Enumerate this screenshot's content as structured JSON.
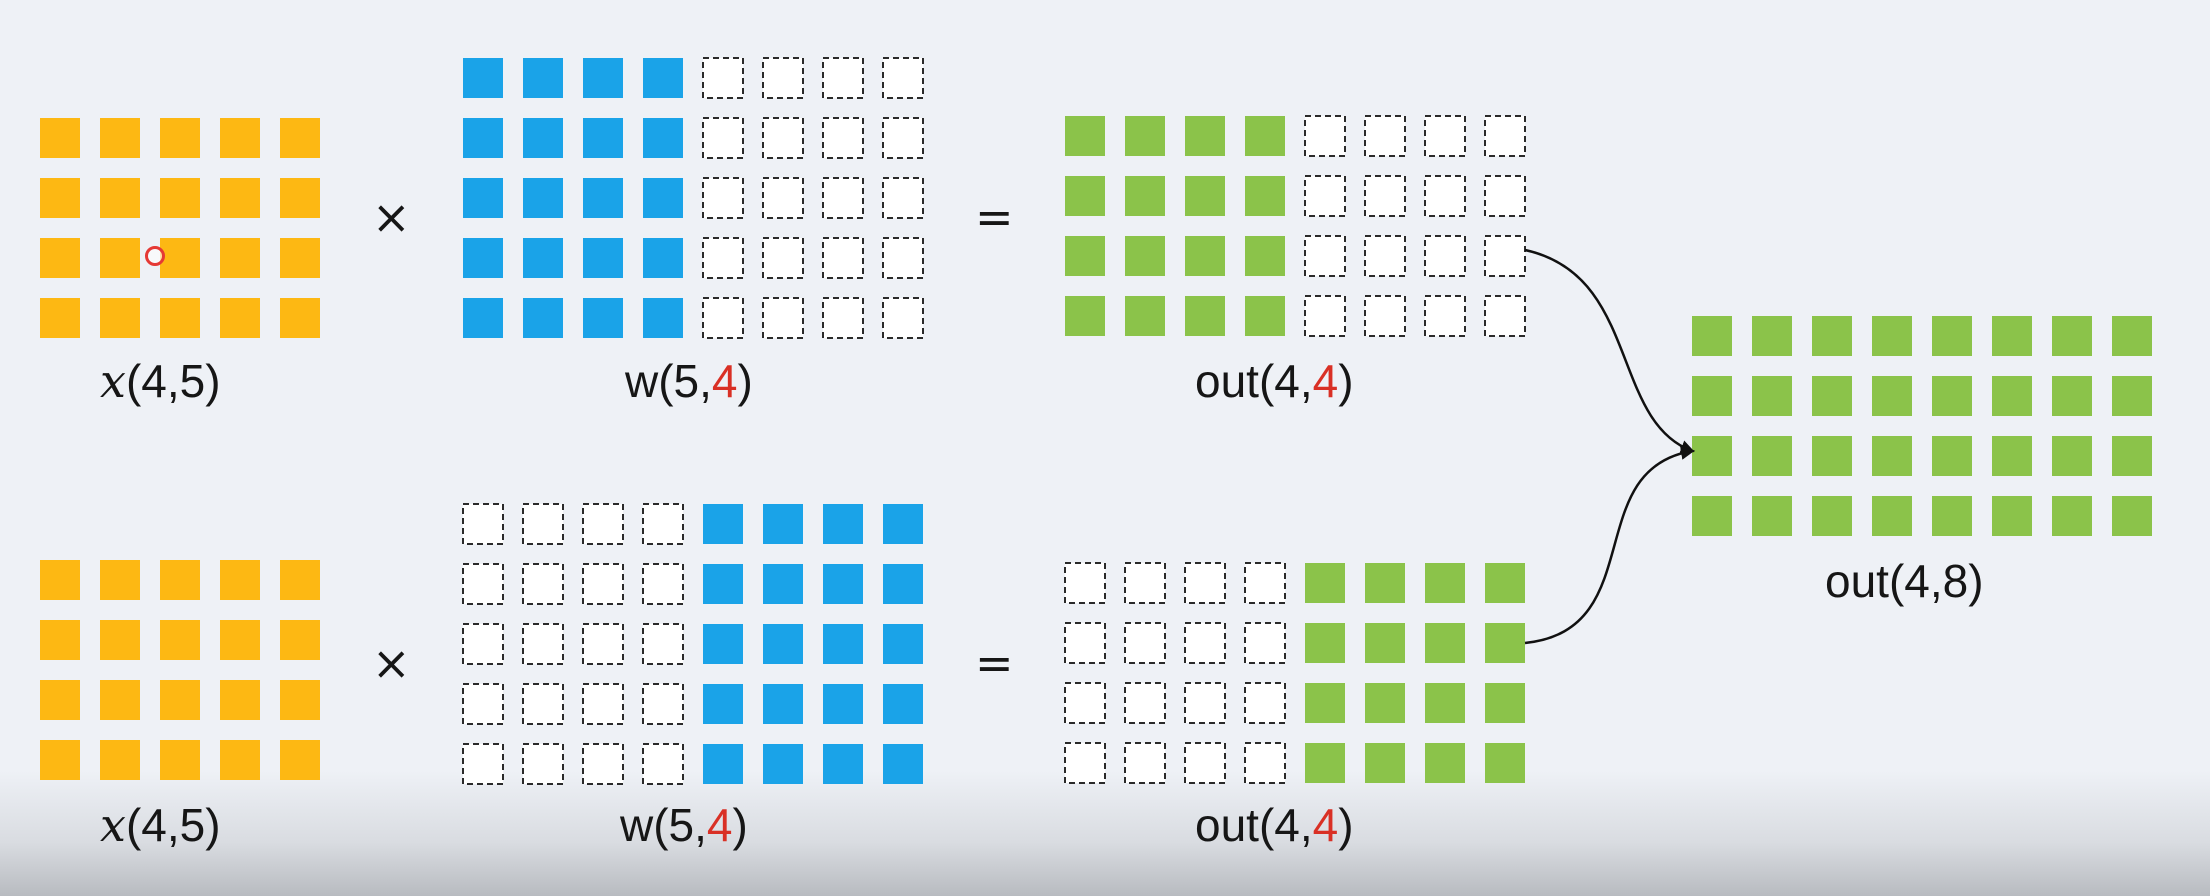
{
  "colors": {
    "input": "#fdb813",
    "weight": "#1aa3e8",
    "output": "#8bc34a",
    "highlight": "#d93025",
    "arrow": "#111111"
  },
  "operators": {
    "multiply": "×",
    "equals": "="
  },
  "rows": [
    {
      "x_label": {
        "var": "x",
        "dims": "(4,5)"
      },
      "w_label": {
        "prefix": "w(5,",
        "hl": "4",
        "suffix": ")"
      },
      "out_label": {
        "prefix": "out(4,",
        "hl": "4",
        "suffix": ")"
      },
      "w_filled": "left-half",
      "out_filled": "left-half"
    },
    {
      "x_label": {
        "var": "x",
        "dims": "(4,5)"
      },
      "w_label": {
        "prefix": "w(5,",
        "hl": "4",
        "suffix": ")"
      },
      "out_label": {
        "prefix": "out(4,",
        "hl": "4",
        "suffix": ")"
      },
      "w_filled": "right-half",
      "out_filled": "right-half"
    }
  ],
  "result_label": "out(4,8)",
  "matrices": {
    "x": {
      "rows": 4,
      "cols": 5
    },
    "w": {
      "rows": 5,
      "cols": 8
    },
    "out": {
      "rows": 4,
      "cols": 8
    },
    "result": {
      "rows": 4,
      "cols": 8
    }
  },
  "cursor": {
    "visible": true,
    "icon": "cursor-dot-icon"
  }
}
